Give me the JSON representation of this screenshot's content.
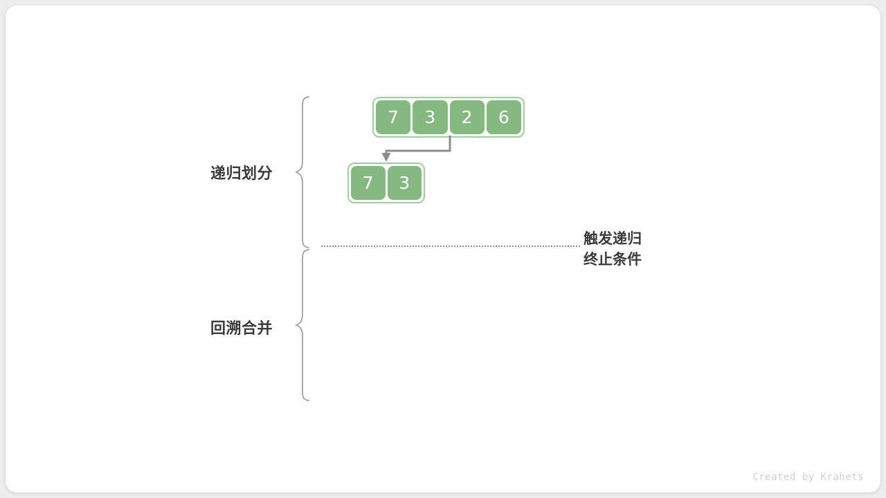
{
  "watermark": "Created by Krahets",
  "sections": [
    {
      "id": "divide",
      "label": "递归划分"
    },
    {
      "id": "merge",
      "label": "回溯合并"
    }
  ],
  "annotation": {
    "line1": "触发递归",
    "line2": "终止条件"
  },
  "arrays": {
    "root": {
      "values": [
        "7",
        "3",
        "2",
        "6"
      ]
    },
    "left": {
      "values": [
        "7",
        "3"
      ]
    }
  },
  "colors": {
    "cell_fill": "#86b882",
    "cell_border": "#a3cc9f",
    "label_text": "#3a3a3a",
    "arrow": "#8c8c8c",
    "brace": "#9a9a9a",
    "watermark": "#cfcfcf",
    "card_bg": "#ffffff",
    "page_bg": "#ededed"
  }
}
